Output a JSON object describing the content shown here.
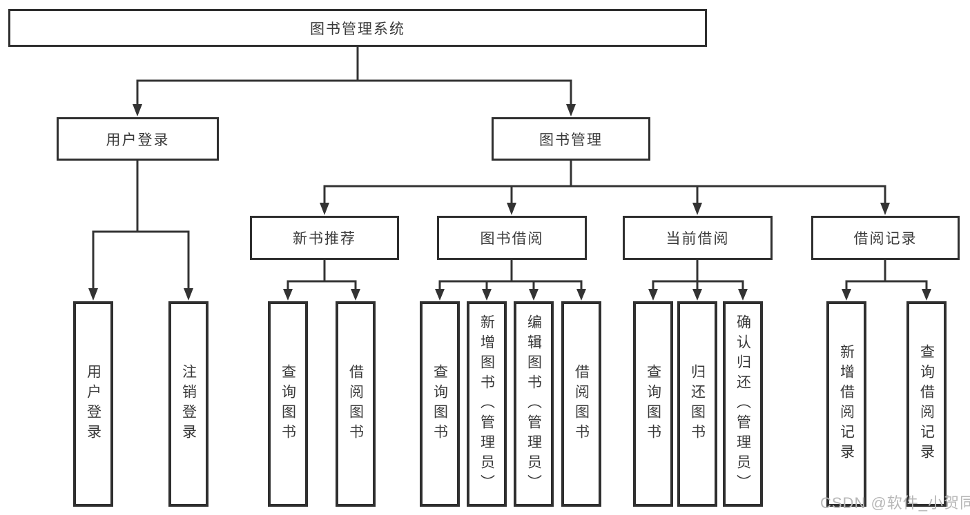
{
  "diagram": {
    "root": "图书管理系统",
    "level2": [
      "用户登录",
      "图书管理"
    ],
    "level3": [
      "新书推荐",
      "图书借阅",
      "当前借阅",
      "借阅记录"
    ],
    "leaves": {
      "user": [
        "用户登录",
        "注销登录"
      ],
      "newbook": [
        "查询图书",
        "借阅图书"
      ],
      "borrow": [
        "查询图书",
        "新增图书（管理员）",
        "编辑图书（管理员）",
        "借阅图书"
      ],
      "current": [
        "查询图书",
        "归还图书",
        "确认归还（管理员）"
      ],
      "records": [
        "新增借阅记录",
        "查询借阅记录"
      ]
    },
    "watermark": "CSDN @软件_小贺同学",
    "colors": {
      "line": "#333333",
      "text": "#3a3a3a",
      "box_background": "#ffffff",
      "watermark": "#b7b7b7",
      "background": "#ffffff"
    }
  }
}
